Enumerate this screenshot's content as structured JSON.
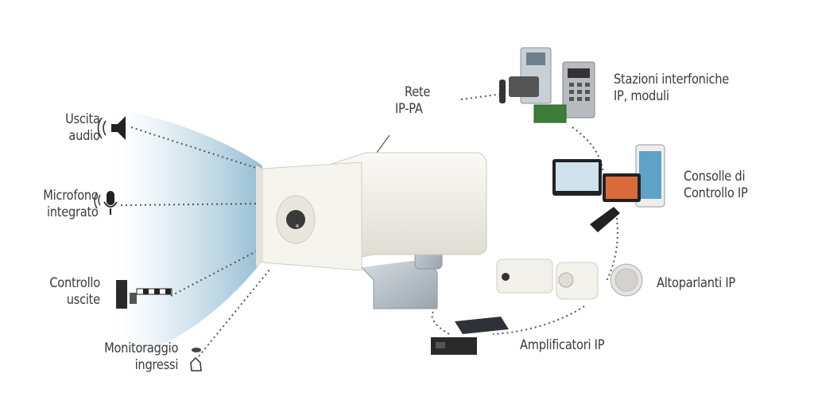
{
  "network": {
    "line1": "Rete",
    "line2": "IP-PA"
  },
  "inputs": {
    "audio_out": {
      "line1": "Uscita",
      "line2": "audio",
      "icon": "speaker-icon"
    },
    "microphone": {
      "line1": "Microfono",
      "line2": "integrato",
      "icon": "microphone-icon"
    },
    "output_control": {
      "line1": "Controllo",
      "line2": "uscite",
      "icon": "barrier-gate-icon"
    },
    "input_monitoring": {
      "line1": "Monitoraggio",
      "line2": "ingressi",
      "icon": "push-button-icon"
    }
  },
  "devices": {
    "intercom": {
      "line1": "Stazioni interfoniche",
      "line2": "IP, moduli"
    },
    "console": {
      "line1": "Consolle di",
      "line2": "Controllo IP"
    },
    "speakers": {
      "line1": "Altoparlanti IP"
    },
    "amplifiers": {
      "line1": "Amplificatori IP"
    }
  },
  "colors": {
    "beam": "#9cc3d8",
    "device_body": "#f3f1ea",
    "text": "#3a3a3a",
    "dotted_line": "#555555"
  }
}
